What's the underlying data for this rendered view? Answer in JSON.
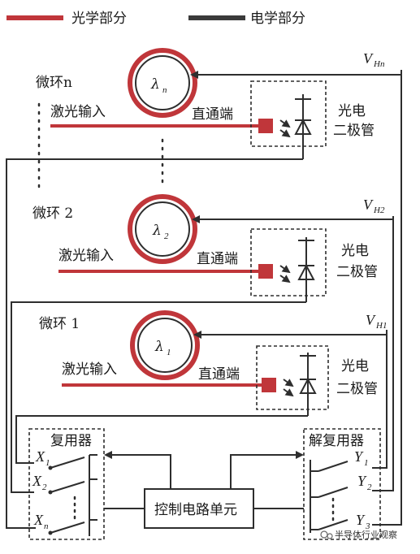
{
  "legend": {
    "optical": "光学部分",
    "electrical": "电学部分",
    "optical_color": "#c0363a",
    "electrical_color": "#3a3a3a"
  },
  "rings": [
    {
      "name": "微环n",
      "lambda": "λ",
      "lambda_sub": "n",
      "input": "激光输入",
      "through": "直通端",
      "heater": "V",
      "heater_sub": "Hn",
      "pd_line1": "光电",
      "pd_line2": "二极管"
    },
    {
      "name": "微环 2",
      "lambda": "λ",
      "lambda_sub": "2",
      "input": "激光输入",
      "through": "直通端",
      "heater": "V",
      "heater_sub": "H2",
      "pd_line1": "光电",
      "pd_line2": "二极管"
    },
    {
      "name": "微环 1",
      "lambda": "λ",
      "lambda_sub": "1",
      "input": "激光输入",
      "through": "直通端",
      "heater": "V",
      "heater_sub": "H1",
      "pd_line1": "光电",
      "pd_line2": "二极管"
    }
  ],
  "mux": {
    "title": "复用器",
    "inputs": [
      {
        "var": "X",
        "sub": "1"
      },
      {
        "var": "X",
        "sub": "2"
      },
      {
        "var": "X",
        "sub": "n"
      }
    ]
  },
  "demux": {
    "title": "解复用器",
    "outputs": [
      {
        "var": "Y",
        "sub": "1"
      },
      {
        "var": "Y",
        "sub": "2"
      },
      {
        "var": "Y",
        "sub": "3"
      }
    ]
  },
  "controller": "控制电路单元",
  "watermark": "半导体行业观察"
}
